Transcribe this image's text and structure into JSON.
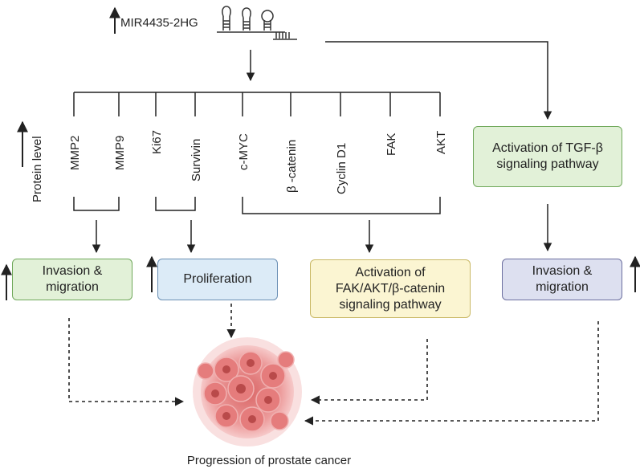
{
  "gene": {
    "name": "MIR4435-2HG",
    "up_arrow": "↑"
  },
  "protein_level_label": "Protein level",
  "proteins": [
    "MMP2",
    "MMP9",
    "Ki67",
    "Survivin",
    "c-MYC",
    "β -catenin",
    "Cyclin  D1",
    "FAK",
    "AKT"
  ],
  "boxes": {
    "invasion_left": {
      "line1": "Invasion &",
      "line2": "migration"
    },
    "proliferation": {
      "line1": "Proliferation"
    },
    "fak_pathway": {
      "line1": "Activation of",
      "line2": "FAK/AKT/β-catenin",
      "line3": "signaling pathway"
    },
    "tgf_pathway": {
      "line1": "Activation of TGF-β",
      "line2": "signaling pathway"
    },
    "invasion_right": {
      "line1": "Invasion &",
      "line2": "migration"
    }
  },
  "outcome": "Progression of prostate cancer",
  "colors": {
    "green": "#e2f1d8",
    "blue": "#dcebf7",
    "yellow": "#fbf5d2",
    "purple": "#dde0f0",
    "tumor": "#e88a8a",
    "arrow": "#222222"
  }
}
